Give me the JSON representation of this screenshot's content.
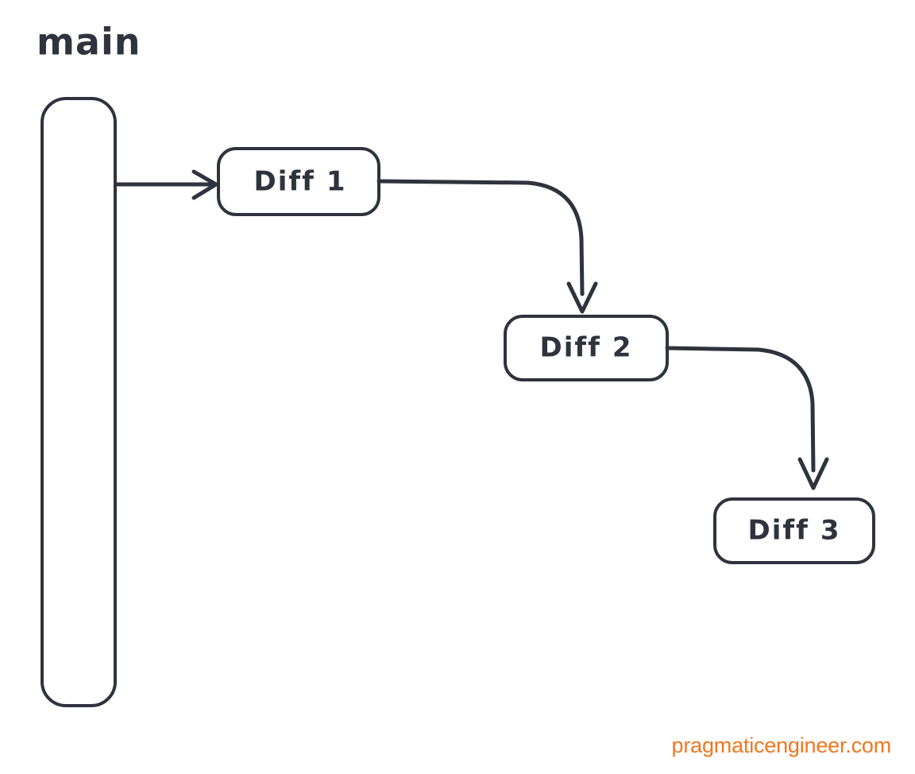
{
  "diagram": {
    "title": "main",
    "background_color": "#ffffff",
    "stroke_color": "#2f333d",
    "accent_color": "#f4761f",
    "branch": {
      "label": "main",
      "kind": "branch-track"
    },
    "nodes": [
      {
        "id": "diff-1",
        "label": "Diff 1"
      },
      {
        "id": "diff-2",
        "label": "Diff 2"
      },
      {
        "id": "diff-3",
        "label": "Diff 3"
      }
    ],
    "edges": [
      {
        "from": "main",
        "to": "diff-1"
      },
      {
        "from": "diff-1",
        "to": "diff-2"
      },
      {
        "from": "diff-2",
        "to": "diff-3"
      }
    ]
  },
  "watermark": {
    "text": "pragmaticengineer.com"
  }
}
